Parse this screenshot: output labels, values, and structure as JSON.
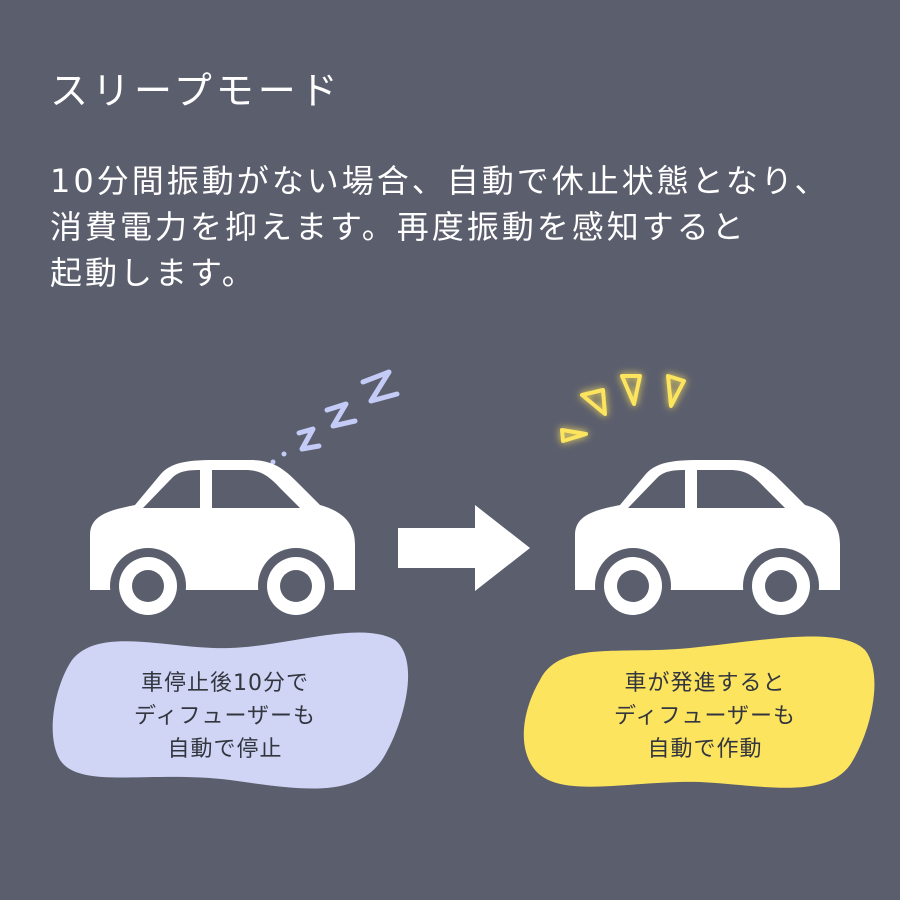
{
  "heading": "スリープモード",
  "description": {
    "lines": [
      "10分間振動がない場合、自動で休止状態となり、",
      "消費電力を抑えます。再度振動を感知すると",
      "起動します。"
    ]
  },
  "left_panel": {
    "icon": "sleeping-car-icon",
    "bubble_color": "#d0d5f5",
    "caption_lines": [
      "車停止後10分で",
      "ディフューザーも",
      "自動で停止"
    ]
  },
  "right_panel": {
    "icon": "moving-car-icon",
    "bubble_color": "#fce45e",
    "caption_lines": [
      "車が発進すると",
      "ディフューザーも",
      "自動で作動"
    ]
  },
  "colors": {
    "background": "#5b5e6d",
    "car": "#ffffff",
    "zzz": "#c4cbf7",
    "alert": "#fce45e",
    "text": "#33363f"
  }
}
